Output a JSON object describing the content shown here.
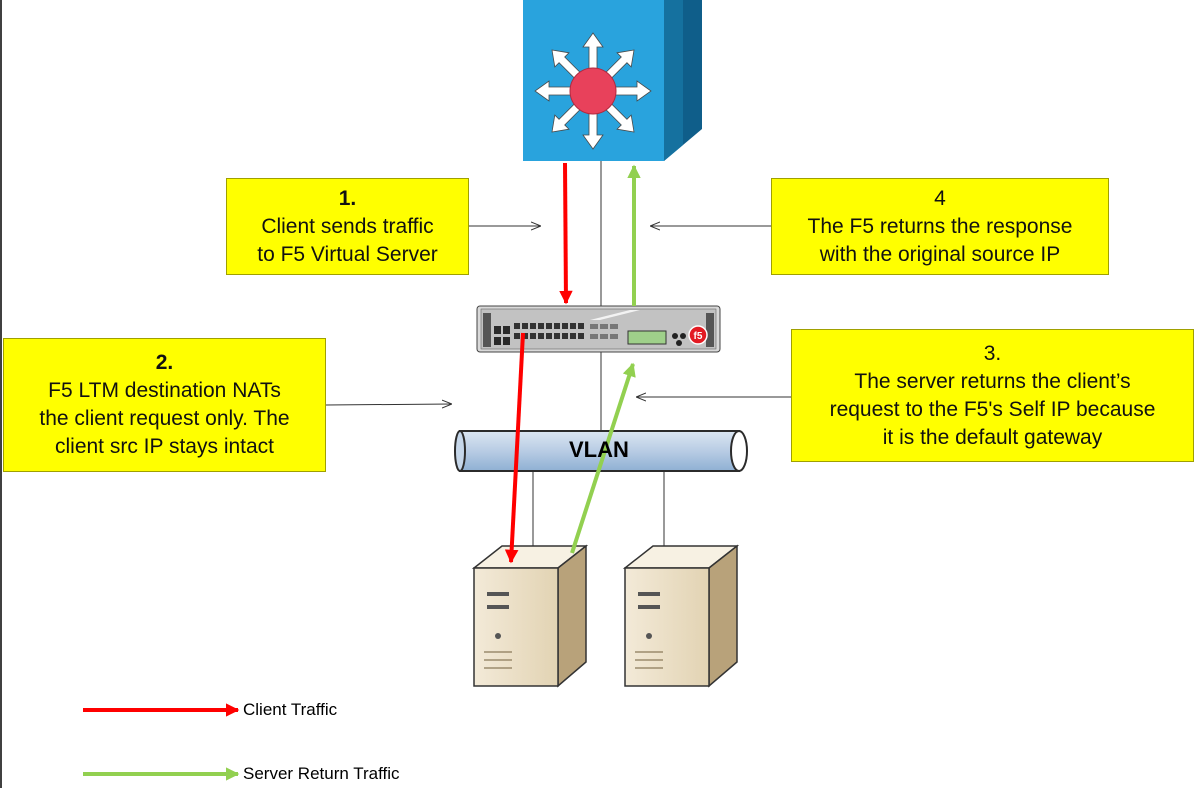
{
  "colors": {
    "client_traffic": "#ff0000",
    "server_return_traffic": "#92d050",
    "callout_fill": "#ffff00",
    "switch_fill": "#29a3dd",
    "vlan_fill": "#b8cce4"
  },
  "icons": {
    "switch": "layer3-switch-icon",
    "load_balancer": "f5-appliance-icon",
    "server": "server-tower-icon",
    "network": "vlan-pipe-icon"
  },
  "callouts": {
    "step1": {
      "number": "1.",
      "lines": [
        "Client sends traffic",
        "to F5 Virtual Server"
      ]
    },
    "step2": {
      "number": "2.",
      "lines": [
        "F5 LTM destination NATs",
        "the client request only. The",
        "client src IP stays intact"
      ]
    },
    "step3": {
      "number": "3.",
      "lines": [
        "The server returns the client’s",
        "request to the F5's Self IP because",
        "it is the default gateway"
      ]
    },
    "step4": {
      "number": "4",
      "lines": [
        "The F5 returns the response",
        "with the original source IP"
      ]
    }
  },
  "vlan": {
    "label": "VLAN"
  },
  "legend": {
    "client_traffic": "Client Traffic",
    "server_return_traffic": "Server Return Traffic"
  }
}
